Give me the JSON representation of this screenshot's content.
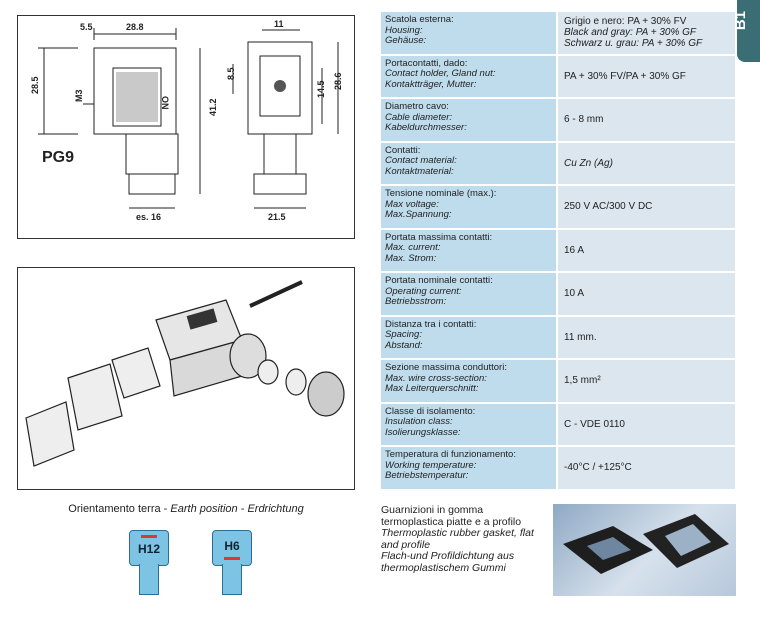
{
  "section_tab": "B1",
  "drawing": {
    "dim_55": "5.5",
    "dim_288": "28.8",
    "dim_11": "11",
    "dim_285": "28.5",
    "dim_m3": "M3",
    "dim_412": "41.2",
    "dim_85": "8.5",
    "dim_145": "14.5",
    "dim_286": "28.6",
    "dim_es16": "es. 16",
    "dim_215": "21.5",
    "pg": "PG9",
    "logo": "ON"
  },
  "specs": [
    {
      "k": [
        "Scatola esterna:",
        "Housing:",
        "Gehäuse:"
      ],
      "v": [
        "Grigio e nero: PA + 30% FV",
        "Black and gray: PA + 30% GF",
        "Schwarz u. grau: PA + 30% GF"
      ]
    },
    {
      "k": [
        "Portacontatti, dado:",
        "Contact holder, Gland nut:",
        "Kontaktträger, Mutter:"
      ],
      "v": [
        "PA + 30% FV/PA + 30% GF"
      ]
    },
    {
      "k": [
        "Diametro cavo:",
        "Cable diameter:",
        "Kabeldurchmesser:"
      ],
      "v": [
        "6 - 8 mm"
      ]
    },
    {
      "k": [
        "Contatti:",
        "Contact material:",
        "Kontaktmaterial:"
      ],
      "v": [
        "Cu Zn (Ag)"
      ]
    },
    {
      "k": [
        "Tensione nominale (max.):",
        "Max voltage:",
        "Max.Spannung:"
      ],
      "v": [
        "250 V AC/300 V DC"
      ]
    },
    {
      "k": [
        "Portata massima contatti:",
        "Max. current:",
        "Max. Strom:"
      ],
      "v": [
        "16 A"
      ]
    },
    {
      "k": [
        "Portata nominale contatti:",
        "Operating current:",
        "Betriebsstrom:"
      ],
      "v": [
        "10 A"
      ]
    },
    {
      "k": [
        "Distanza tra i contatti:",
        "Spacing:",
        "Abstand:"
      ],
      "v": [
        "11 mm."
      ]
    },
    {
      "k": [
        "Sezione massima conduttori:",
        "Max. wire cross-section:",
        "Max Leiterquerschnitt:"
      ],
      "v": [
        "1,5 mm²"
      ]
    },
    {
      "k": [
        "Classe di isolamento:",
        "Insulation class:",
        "Isolierungsklasse:"
      ],
      "v": [
        "C - VDE 0110"
      ]
    },
    {
      "k": [
        "Temperatura di funzionamento:",
        "Working temperature:",
        "Betriebstemperatur:"
      ],
      "v": [
        "-40°C / +125°C"
      ]
    }
  ],
  "earth": {
    "it": "Orientamento terra",
    "en": "Earth position",
    "de": "Erdrichtung",
    "pin1": "H12",
    "pin2": "H6"
  },
  "gasket": [
    "Guarnizioni in gomma",
    "termoplastica piatte e a profilo",
    "Thermoplastic rubber gasket, flat",
    "and profile",
    "Flach-und Profildichtung aus",
    "thermoplastischem Gummi"
  ]
}
